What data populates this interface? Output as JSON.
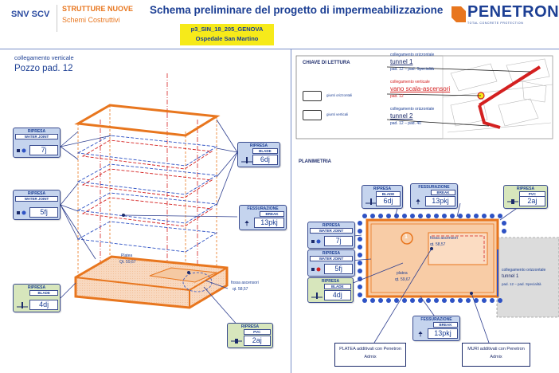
{
  "header": {
    "brand_left": "SNV SCV",
    "strutture": "STRUTTURE NUOVE",
    "schemi": "Schemi Costruttivi",
    "title": "Schema preliminare del progetto di impermeabilizzazione",
    "project_code": "p3_SIN_18_205_GENOVA",
    "project_site": "Ospedale San Martino",
    "logo_word": "PENETRON",
    "logo_sub": "TOTAL CONCRETE PROTECTION"
  },
  "left_panel": {
    "section_label": "collegamento verticale",
    "section_title": "Pozzo pad. 12",
    "platea_label": "Platea",
    "platea_qt": "Qt. 59,67",
    "fossa_label": "fossa ascensori",
    "fossa_qt": "qt. 58,57",
    "tags": [
      {
        "id": "ripresa-wj-7j",
        "head": "RIPRESA",
        "sub": "WATER JOINT",
        "value": "7j",
        "color": "blue"
      },
      {
        "id": "ripresa-blade-6dj",
        "head": "RIPRESA",
        "sub": "BLADE",
        "value": "6dj",
        "color": "blue"
      },
      {
        "id": "ripresa-wj-5fj",
        "head": "RIPRESA",
        "sub": "WATER JOINT",
        "value": "5fj",
        "color": "blue"
      },
      {
        "id": "fessurazione-13pkj",
        "head": "FESSURAZIONE",
        "sub": "BREAK",
        "value": "13pkj",
        "color": "blue"
      },
      {
        "id": "ripresa-blade-4dj",
        "head": "RIPRESA",
        "sub": "BLADE",
        "value": "4dj",
        "color": "green"
      },
      {
        "id": "ripresa-pvc-2aj",
        "head": "RIPRESA",
        "sub": "PVC",
        "value": "2aj",
        "color": "green"
      }
    ]
  },
  "key_panel": {
    "title": "CHIAVE DI LETTURA",
    "legend_h": "giunti orizzontali",
    "legend_v": "giunti verticali",
    "entries": [
      {
        "kind": "collegamento orizzontale",
        "name": "tunnel 1",
        "detail": "pad. 12 – pad. Specialità"
      },
      {
        "kind": "collegamento verticale",
        "name": "vano scala-ascensori",
        "detail": "pad. 12"
      },
      {
        "kind": "collegamento orizzontale",
        "name": "tunnel 2",
        "detail": "pad. 12 – pad. 40"
      }
    ]
  },
  "plan_panel": {
    "title": "PLANIMETRIA",
    "marker": "1",
    "fossa_label": "fossa ascensori",
    "fossa_qt": "qt. 58,57",
    "platea_label": "platea",
    "platea_qt": "qt. 59,67",
    "tunnel_kind": "collegamento orizzontale",
    "tunnel_name": "tunnel 1",
    "tunnel_detail": "pad. 12 – pad. Specialità",
    "platea_note": "PLATEA additivati con Penetron Admix",
    "muri_note": "MURI additivati con Penetron Admix",
    "tags": [
      {
        "id": "p-blade-6dj",
        "head": "RIPRESA",
        "sub": "BLADE",
        "value": "6dj",
        "color": "blue"
      },
      {
        "id": "p-break-13pkj",
        "head": "FESSURAZIONE",
        "sub": "BREAK",
        "value": "13pkj",
        "color": "blue"
      },
      {
        "id": "p-pvc-2aj",
        "head": "RIPRESA",
        "sub": "PVC",
        "value": "2aj",
        "color": "green"
      },
      {
        "id": "p-wj-7j",
        "head": "RIPRESA",
        "sub": "WATER JOINT",
        "value": "7j",
        "color": "blue"
      },
      {
        "id": "p-wj-5fj",
        "head": "RIPRESA",
        "sub": "WATER JOINT",
        "value": "5fj",
        "color": "blue"
      },
      {
        "id": "p-blade-4dj",
        "head": "RIPRESA",
        "sub": "BLADE",
        "value": "4dj",
        "color": "green"
      },
      {
        "id": "p-break2-13pkj",
        "head": "FESSURAZIONE",
        "sub": "BREAK",
        "value": "13pkj",
        "color": "blue"
      }
    ]
  },
  "colors": {
    "accent": "#e8761e",
    "brand": "#1c3f94",
    "tag_blue": "#c5d4ee",
    "tag_green": "#d7e6bc",
    "highlight": "#f6ea1a",
    "red": "#d42020"
  }
}
